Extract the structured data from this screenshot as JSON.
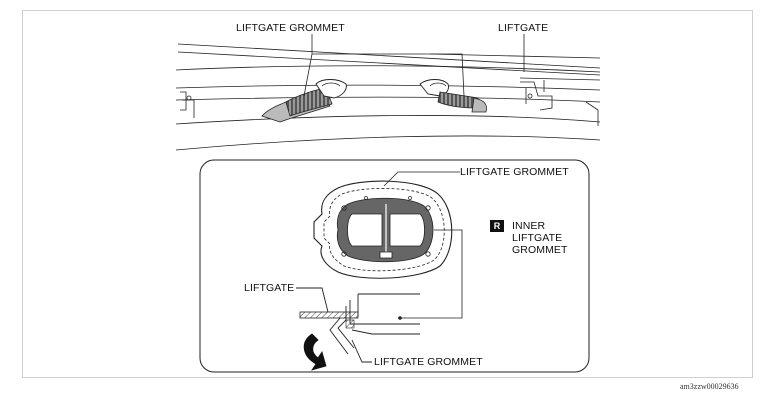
{
  "labels": {
    "top_grommet": "LIFTGATE GROMMET",
    "top_liftgate": "LIFTGATE",
    "detail_grommet_top": "LIFTGATE GROMMET",
    "badge": "R",
    "inner_line1": "INNER",
    "inner_line2": "LIFTGATE",
    "inner_line3": "GROMMET",
    "detail_liftgate": "LIFTGATE",
    "detail_grommet_bottom": "LIFTGATE GROMMET"
  },
  "footer": {
    "figure_code": "am3zzw00029636"
  },
  "colors": {
    "stroke": "#222222",
    "frame": "#cfcfcf",
    "hatch": "#444444",
    "badge_bg": "#111111",
    "badge_fg": "#ffffff"
  }
}
